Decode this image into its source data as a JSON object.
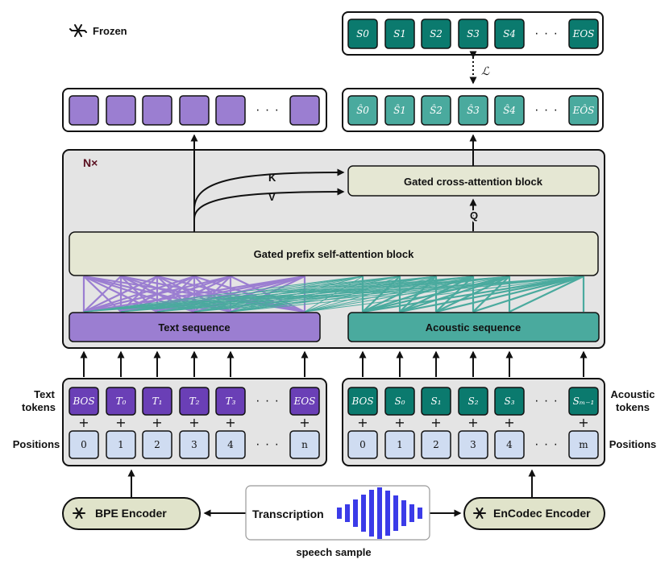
{
  "legend": {
    "frozen_label": "Frozen",
    "icon": "snowflake-icon"
  },
  "loss_symbol": "ℒ",
  "repeat_label": "N×",
  "blocks": {
    "cross_attention": "Gated cross-attention block",
    "self_attention": "Gated prefix self-attention block",
    "text_sequence": "Text sequence",
    "acoustic_sequence": "Acoustic sequence"
  },
  "arrows": {
    "k": "K",
    "v": "V",
    "q": "Q"
  },
  "side_labels": {
    "text_tokens": [
      "Text",
      "tokens"
    ],
    "acoustic_tokens": [
      "Acoustic",
      "tokens"
    ],
    "positions": "Positions"
  },
  "ellipsis": "· · ·",
  "target_tokens": [
    "S0",
    "S1",
    "S2",
    "S3",
    "S4",
    "EOS"
  ],
  "predicted_tokens": [
    "Ŝ0",
    "Ŝ1",
    "Ŝ2",
    "Ŝ3",
    "Ŝ4",
    "EÔS"
  ],
  "text_tokens": [
    "BOS",
    "T₀",
    "T₁",
    "T₂",
    "T₃",
    "EOS"
  ],
  "acoustic_tokens": [
    "BOS",
    "S₀",
    "S₁",
    "S₂",
    "S₃",
    "Sₘ₋₁"
  ],
  "text_positions": [
    "0",
    "1",
    "2",
    "3",
    "4",
    "n"
  ],
  "acoustic_positions": [
    "0",
    "1",
    "2",
    "3",
    "4",
    "m"
  ],
  "encoders": {
    "bpe": "BPE Encoder",
    "encodec": "EnCodec Encoder"
  },
  "transcription": "Transcription",
  "speech_sample": "speech sample",
  "colors": {
    "purple": "#9b7ed1",
    "purple_dark": "#7a55c0",
    "purple_token": "#6a3fb6",
    "teal": "#4aaa9e",
    "teal_dark": "#2a8f83",
    "teal_token": "#0b7a6e",
    "block": "#e5e7d3",
    "frame": "#e4e4e4",
    "position": "#cfdcf1",
    "encoder": "#e0e3ca",
    "waveform": "#3b3be8"
  }
}
